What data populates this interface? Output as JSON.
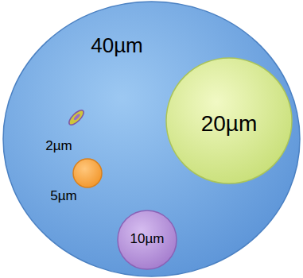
{
  "diagram": {
    "nodes": [
      {
        "text": [
          "40µm"
        ]
      },
      {
        "text": [
          "2µm"
        ],
        "in": 0
      },
      {
        "text": [
          "20µm"
        ],
        "in": 0
      },
      {
        "text": [
          "5µm"
        ],
        "in": 0
      },
      {
        "text": [
          "10µm"
        ],
        "in": 0
      }
    ]
  }
}
